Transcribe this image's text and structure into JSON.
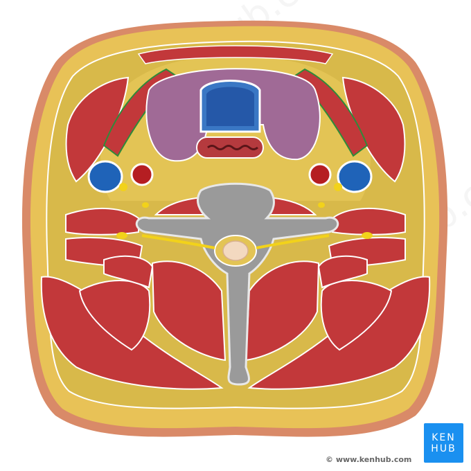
{
  "logo": {
    "line1": "KEN",
    "line2": "HUB"
  },
  "copyright": "© www.kenhub.com",
  "watermark": "www.kenhub.com",
  "colors": {
    "skin": "#d98a68",
    "fat": "#e8c257",
    "fascia": "#d8b94a",
    "muscle": "#c2383a",
    "thyroid": "#a06a96",
    "bone": "#9a9a9a",
    "vein": "#1f63b8",
    "artery": "#b51e22",
    "nerve": "#f2d21a",
    "logo": "#1a90f0"
  }
}
